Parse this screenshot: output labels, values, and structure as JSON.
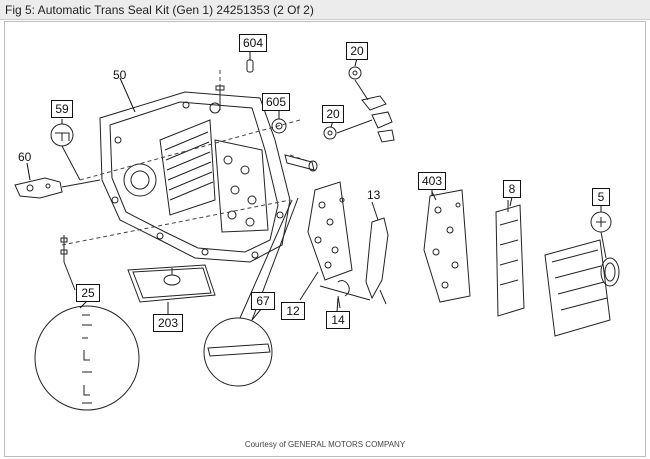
{
  "title": "Fig 5: Automatic Trans Seal Kit (Gen 1) 24251353 (2 Of 2)",
  "credit": "Courtesy of GENERAL MOTORS COMPANY",
  "callouts": {
    "c604": "604",
    "c20a": "20",
    "c50": "50",
    "c605": "605",
    "c20b": "20",
    "c59": "59",
    "c60": "60",
    "c13": "13",
    "c403": "403",
    "c8": "8",
    "c5": "5",
    "c25": "25",
    "c67": "67",
    "c203": "203",
    "c12": "12",
    "c14": "14"
  }
}
